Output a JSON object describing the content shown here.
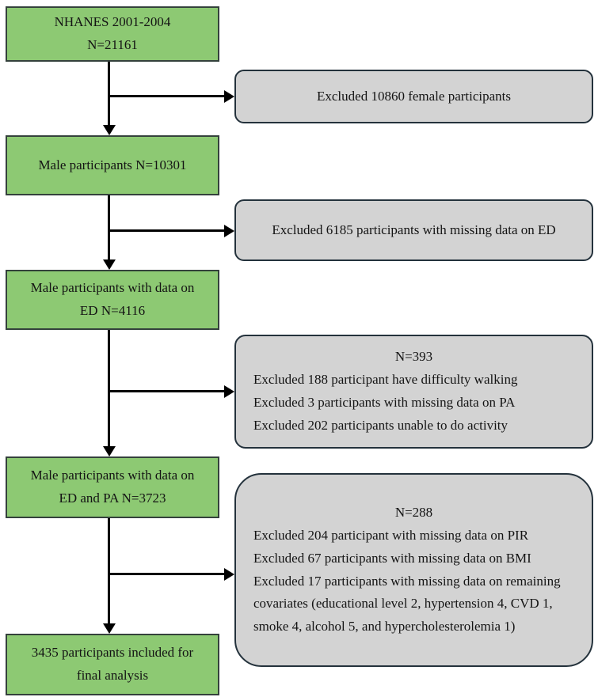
{
  "colors": {
    "green_fill": "#8dc973",
    "green_border": "#34413c",
    "gray_fill": "#d3d3d3",
    "gray_border": "#24323c",
    "arrow": "#000000"
  },
  "green_boxes": [
    {
      "lines": [
        "NHANES 2001-2004",
        "N=21161"
      ]
    },
    {
      "lines": [
        "Male participants N=10301"
      ]
    },
    {
      "lines": [
        "Male participants with data on",
        "ED N=4116"
      ]
    },
    {
      "lines": [
        "Male participants with data on",
        "ED and PA N=3723"
      ]
    },
    {
      "lines": [
        "3435 participants included for",
        "final analysis"
      ]
    }
  ],
  "gray_boxes": [
    {
      "lines": [
        "Excluded 10860 female participants"
      ]
    },
    {
      "lines": [
        "Excluded 6185 participants with missing data on ED"
      ]
    },
    {
      "header": "N=393",
      "lines": [
        "Excluded 188 participant have difficulty walking",
        "Excluded 3 participants with missing data on PA",
        "Excluded 202 participants unable to do activity"
      ]
    },
    {
      "header": "N=288",
      "lines": [
        "Excluded 204 participant with missing data on PIR",
        "Excluded 67 participants with missing data on BMI",
        "Excluded 17 participants with missing data on remaining covariates (educational level 2, hypertension 4, CVD 1, smoke 4, alcohol 5, and hypercholesterolemia 1)"
      ]
    }
  ]
}
